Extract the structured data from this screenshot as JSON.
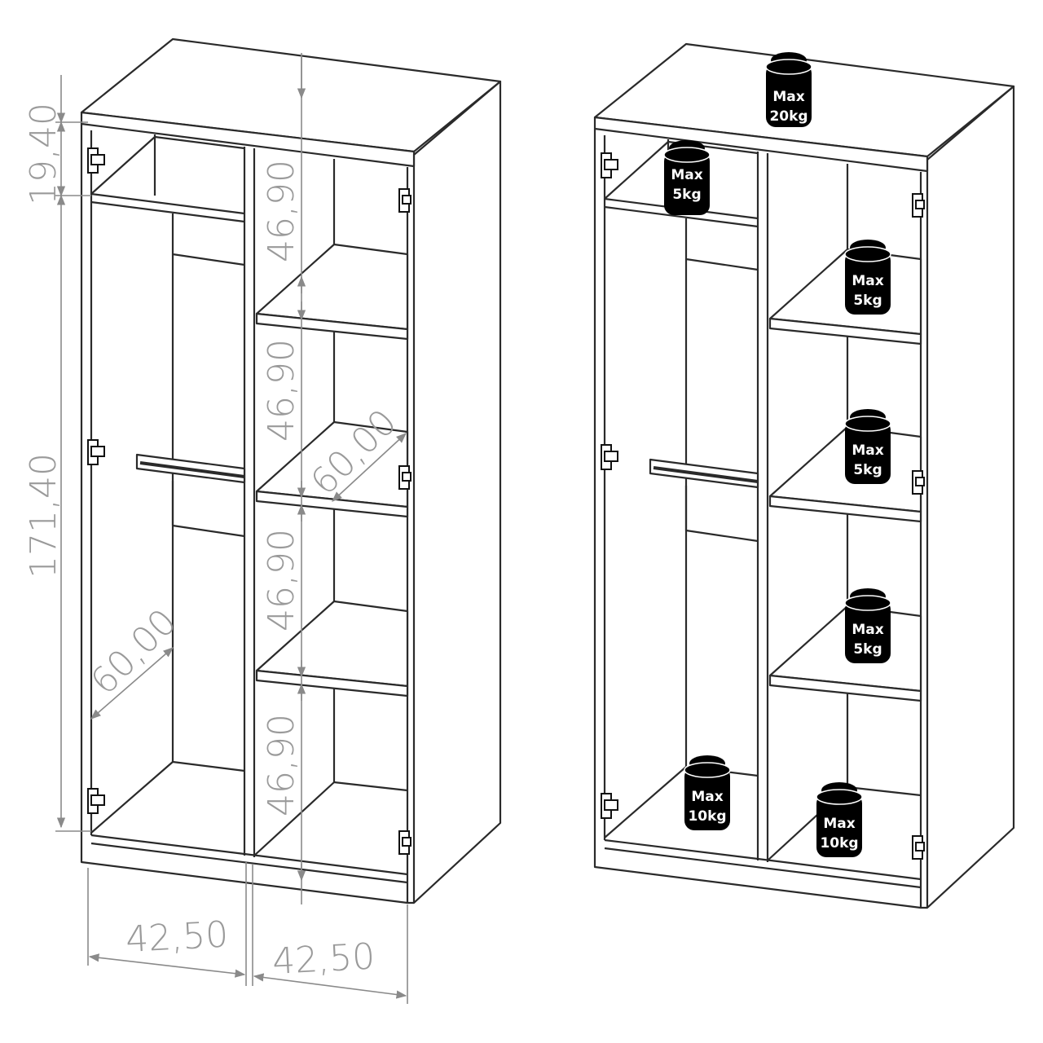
{
  "dimensions": {
    "top_height": "19,40",
    "total_height": "171,40",
    "shelf_gap_1": "46,90",
    "shelf_gap_2": "46,90",
    "shelf_gap_3": "46,90",
    "shelf_gap_4": "46,90",
    "depth_right": "60,00",
    "depth_left": "60,00",
    "width_left": "42,50",
    "width_right": "42,50"
  },
  "weights": [
    {
      "line1": "Max",
      "line2": "20kg"
    },
    {
      "line1": "Max",
      "line2": "5kg"
    },
    {
      "line1": "Max",
      "line2": "5kg"
    },
    {
      "line1": "Max",
      "line2": "5kg"
    },
    {
      "line1": "Max",
      "line2": "5kg"
    },
    {
      "line1": "Max",
      "line2": "10kg"
    },
    {
      "line1": "Max",
      "line2": "10kg"
    }
  ],
  "colors": {
    "line": "#2a2a2a",
    "dimension": "#8a8a8a",
    "weight": "#000000"
  }
}
